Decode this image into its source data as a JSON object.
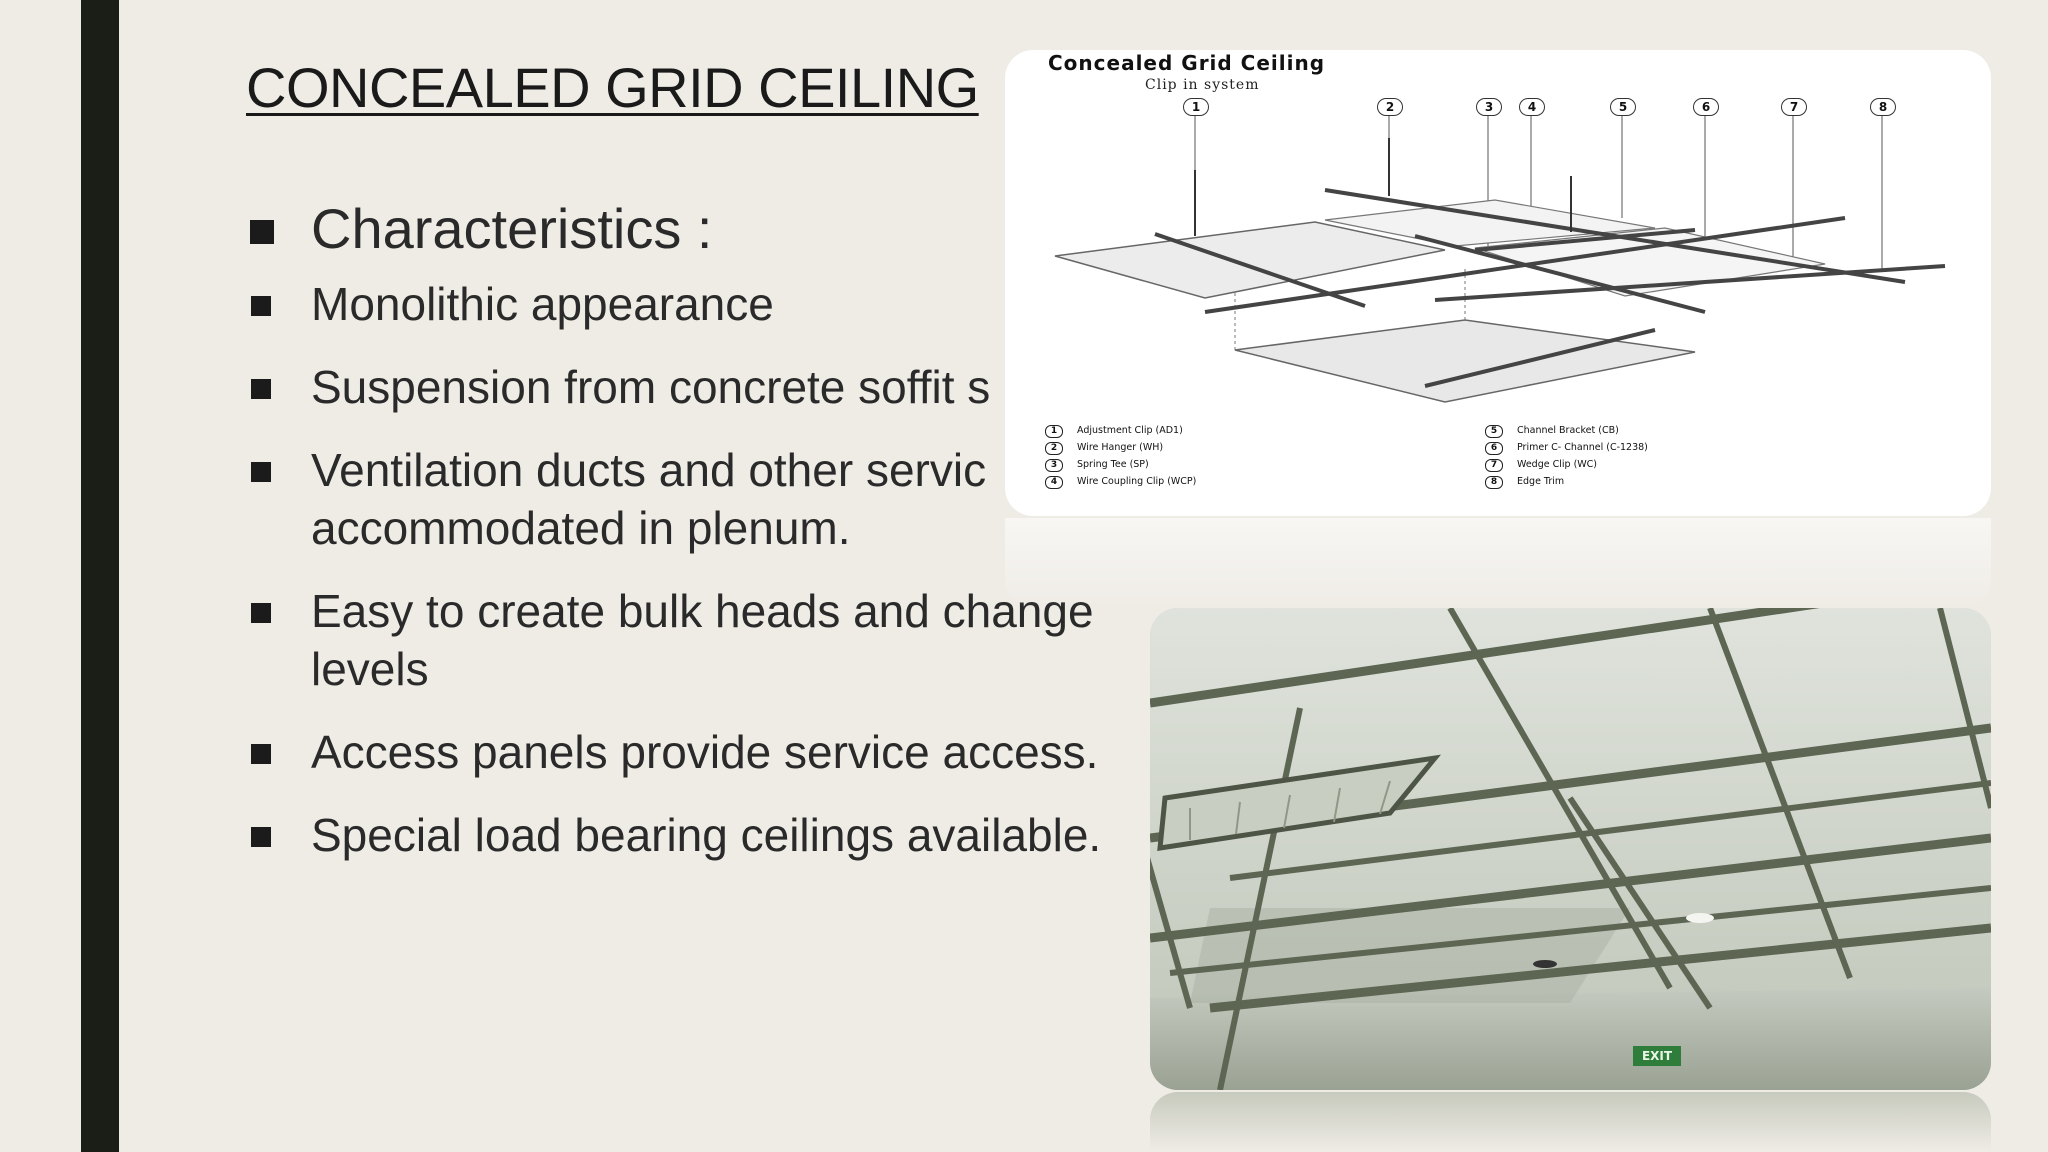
{
  "slide": {
    "title": "CONCEALED GRID CEILING",
    "bullets": [
      {
        "text": "Characteristics :"
      },
      {
        "text": "Monolithic appearance"
      },
      {
        "text": "Suspension from concrete soffit s"
      },
      {
        "text": "Ventilation ducts and other servic",
        "text2": "accommodated in plenum."
      },
      {
        "text": "Easy to create bulk heads and change",
        "text2": "levels"
      },
      {
        "text": "Access panels provide service access."
      },
      {
        "text": "Special load bearing ceilings available."
      }
    ]
  },
  "diagram": {
    "title": "Concealed Grid Ceiling",
    "subtitle": "Clip in system",
    "callouts": [
      "1",
      "2",
      "3",
      "4",
      "5",
      "6",
      "7",
      "8"
    ],
    "legend": [
      {
        "num": "1",
        "label": "Adjustment Clip (AD1)"
      },
      {
        "num": "2",
        "label": "Wire Hanger (WH)"
      },
      {
        "num": "3",
        "label": "Spring Tee (SP)"
      },
      {
        "num": "4",
        "label": "Wire Coupling Clip (WCP)"
      },
      {
        "num": "5",
        "label": "Channel Bracket (CB)"
      },
      {
        "num": "6",
        "label": "Primer C- Channel (C-1238)"
      },
      {
        "num": "7",
        "label": "Wedge Clip (WC)"
      },
      {
        "num": "8",
        "label": "Edge Trim"
      }
    ]
  },
  "photo": {
    "exit_sign": "EXIT"
  }
}
